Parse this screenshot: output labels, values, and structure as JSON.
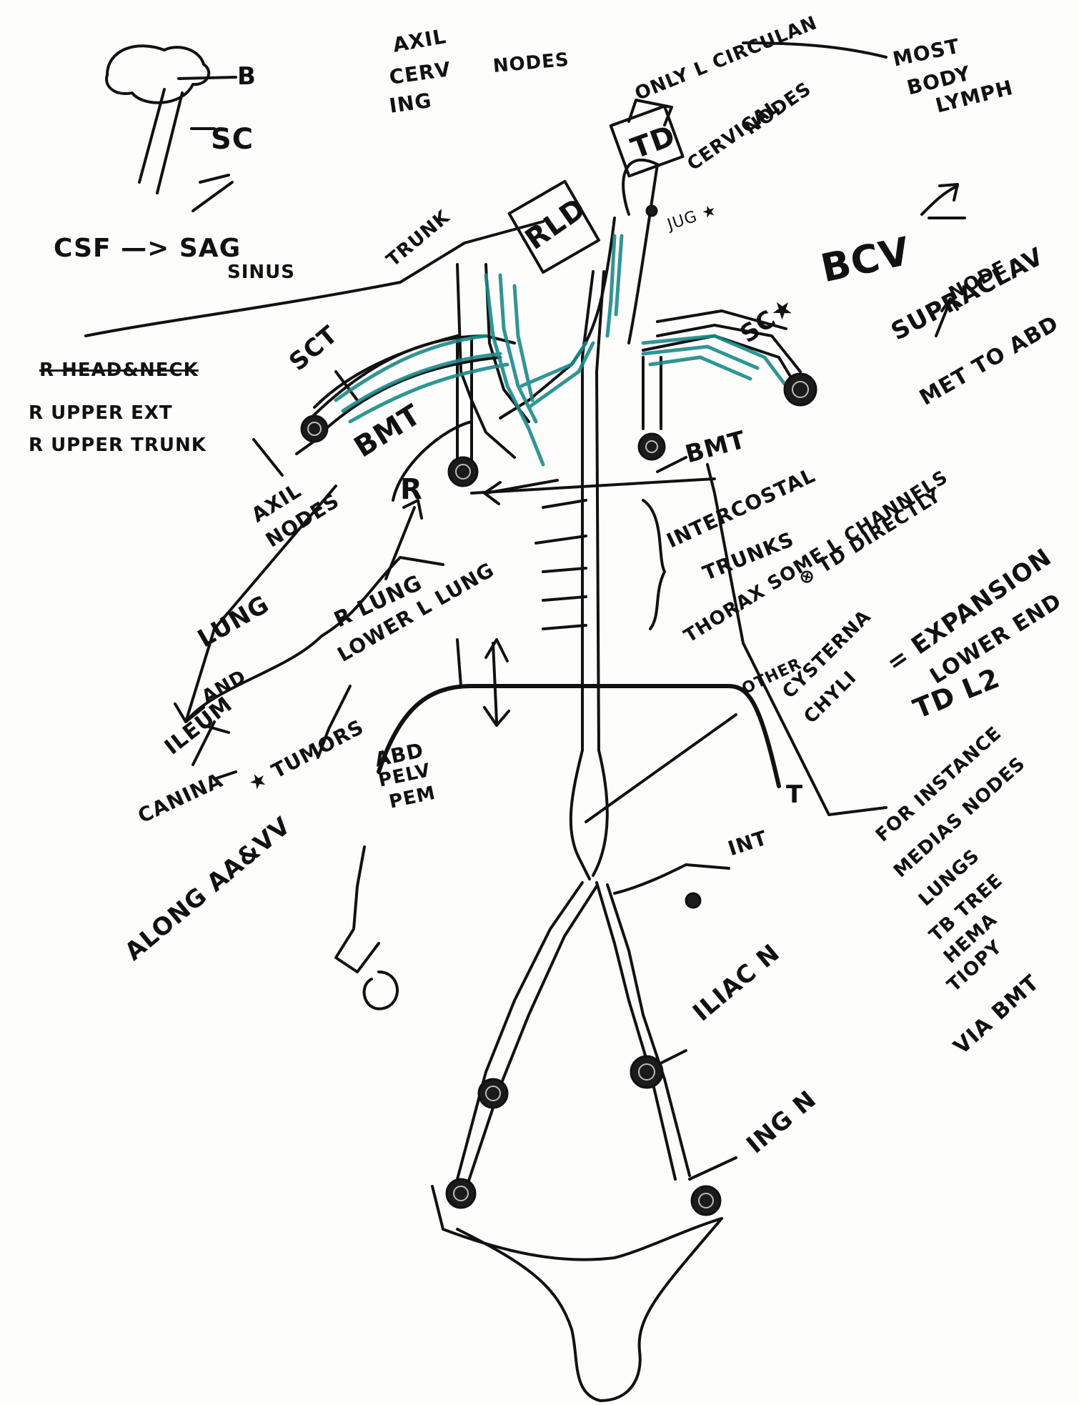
{
  "colors": {
    "ink": "#111111",
    "lymph": "#1a8a8a",
    "paper": "#fdfdfc"
  },
  "labels": {
    "brain_b": "B",
    "spinal_cord": "SC",
    "csf_flow": "CSF —> SAG",
    "sinus": "SINUS",
    "axil_cerv_ing": "AXIL",
    "cerv": "CERV",
    "ing": "ING",
    "nodes_top": "NODES",
    "only_l_circulation": "ONLY L CIRCULAN",
    "most_body_lymph": "MOST",
    "body": "BODY",
    "lymph": "LYMPH",
    "td_box": "TD",
    "cervical_nodes": "CERVICAL",
    "cervical_nodes2": "NODES",
    "jug": "JUG ★",
    "rld_box": "RLD",
    "trunk": "TRUNK",
    "bcv": "BCV",
    "sc_star": "SC★",
    "sct": "SCT",
    "r_head_neck": "R HEAD&NECK",
    "r_upper_ext": "R UPPER EXT",
    "r_upper_trunk": "R UPPER TRUNK",
    "supraclav": "SUPRACLAV",
    "supraclav_node": "NODE",
    "met_to_abd": "MET TO ABD",
    "bmt_left": "BMT",
    "bmt_right": "BMT",
    "r_mark": "R",
    "axil_nodes": "AXIL",
    "axil_nodes2": "NODES",
    "intercostal_trunks": "INTERCOSTAL",
    "intercostal_trunks2": "TRUNKS",
    "thorax_some": "THORAX SOME L CHANNELS",
    "td_direction": "⊗ TD DIRECTLY",
    "r_lung": "R LUNG",
    "lower_lung": "LOWER L LUNG",
    "lung": "LUNG",
    "and": "AND",
    "ileum": "ILEUM",
    "canina": "CANINA",
    "tumors": "★ TUMORS",
    "abd_pelv": "ABD",
    "abd_pelv2": "PELV",
    "abd_pelv3": "PEM",
    "other": "OTHER",
    "cysterna": "CYSTERNA",
    "chyli": "CHYLI",
    "expansion": "= EXPANSION",
    "lower_end": "LOWER END",
    "td_l2": "TD     L2",
    "int": "INT",
    "t_mark": "T",
    "along_aa_vv": "ALONG AA&VV",
    "for_instance": "FOR INSTANCE",
    "mediast_nodes": "MEDIAS NODES",
    "lungs": "LUNGS",
    "tb_tree": "TB TREE",
    "hema": "HEMA",
    "tiopy": "TIOPY",
    "via_bmt": "VIA BMT",
    "iliac_n": "ILIAC N",
    "ing_n": "ING N"
  }
}
